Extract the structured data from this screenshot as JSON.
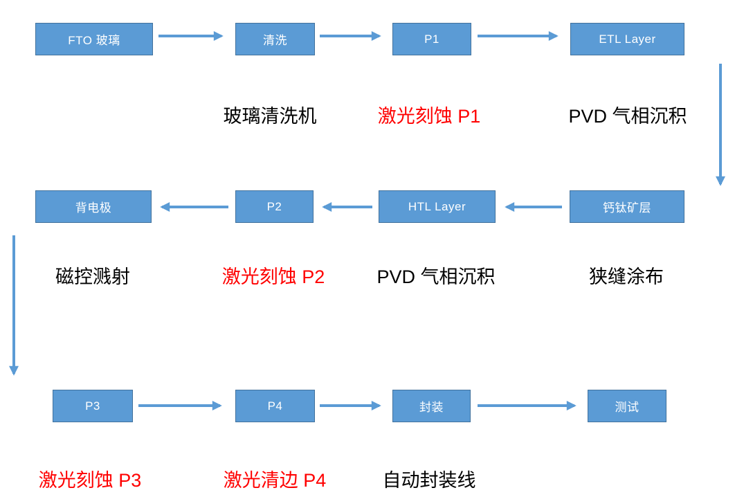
{
  "colors": {
    "box_fill": "#5b9bd5",
    "box_border": "#41719c",
    "arrow": "#5b9bd5",
    "caption_red": "#ff0000",
    "caption_black": "#000000"
  },
  "nodes": {
    "fto_glass": "FTO 玻璃",
    "cleaning": "清洗",
    "p1": "P1",
    "etl_layer": "ETL Layer",
    "back_electrode": "背电极",
    "p2": "P2",
    "htl_layer": "HTL Layer",
    "perovskite_layer": "钙钛矿层",
    "p3": "P3",
    "p4": "P4",
    "encapsulation": "封装",
    "testing": "测试"
  },
  "captions": {
    "glass_cleaning_machine": "玻璃清洗机",
    "laser_etching_p1": "激光刻蚀 P1",
    "pvd_etl": "PVD 气相沉积",
    "magnetron_sputtering": "磁控溅射",
    "laser_etching_p2": "激光刻蚀 P2",
    "pvd_htl": "PVD 气相沉积",
    "slit_coating": "狭缝涂布",
    "laser_etching_p3": "激光刻蚀 P3",
    "laser_edge_cleaning_p4": "激光清边 P4",
    "auto_encapsulation_line": "自动封装线"
  }
}
